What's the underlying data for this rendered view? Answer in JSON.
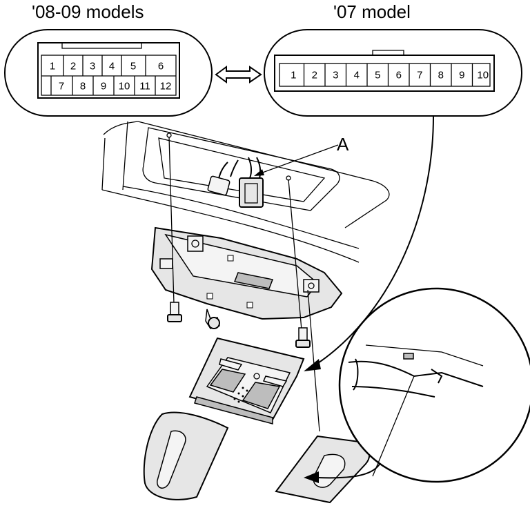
{
  "labels": {
    "title_left": "'08-09 models",
    "title_right": "'07 model",
    "callout_a": "A"
  },
  "connector_0809": {
    "top_row": [
      "1",
      "2",
      "3",
      "4",
      "5",
      "6"
    ],
    "bottom_row": [
      "7",
      "8",
      "9",
      "10",
      "11",
      "12"
    ]
  },
  "connector_07": {
    "pins": [
      "1",
      "2",
      "3",
      "4",
      "5",
      "6",
      "7",
      "8",
      "9",
      "10"
    ]
  }
}
